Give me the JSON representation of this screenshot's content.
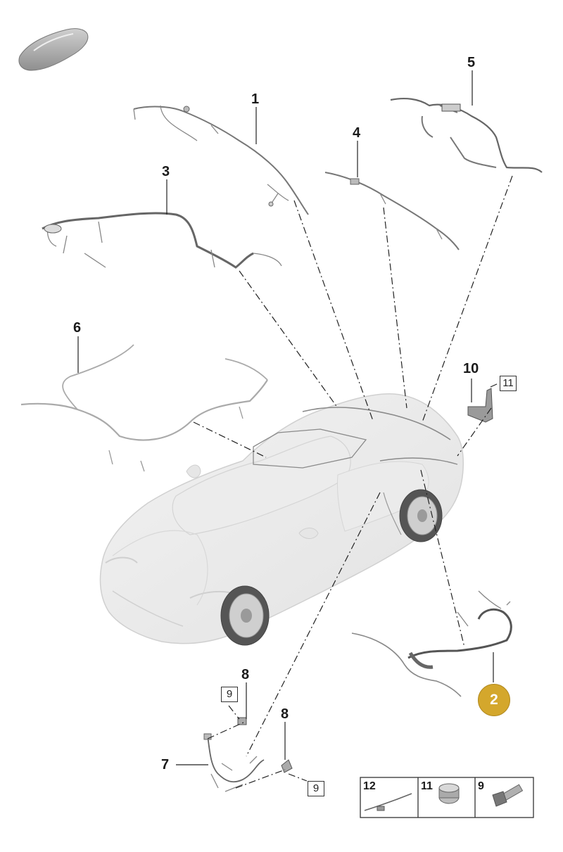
{
  "parts": {
    "p1": "1",
    "p2": "2",
    "p3": "3",
    "p4": "4",
    "p5": "5",
    "p6": "6",
    "p7": "7",
    "p8a": "8",
    "p8b": "8",
    "p10": "10"
  },
  "boxed_refs": {
    "b11": "11",
    "b9a": "9",
    "b9b": "9"
  },
  "legend": {
    "c12": "12",
    "c11": "11",
    "c9": "9"
  },
  "highlight": {
    "label": "2",
    "color": "#d4a72c"
  },
  "icons": [
    "car-thumbnail-icon"
  ]
}
